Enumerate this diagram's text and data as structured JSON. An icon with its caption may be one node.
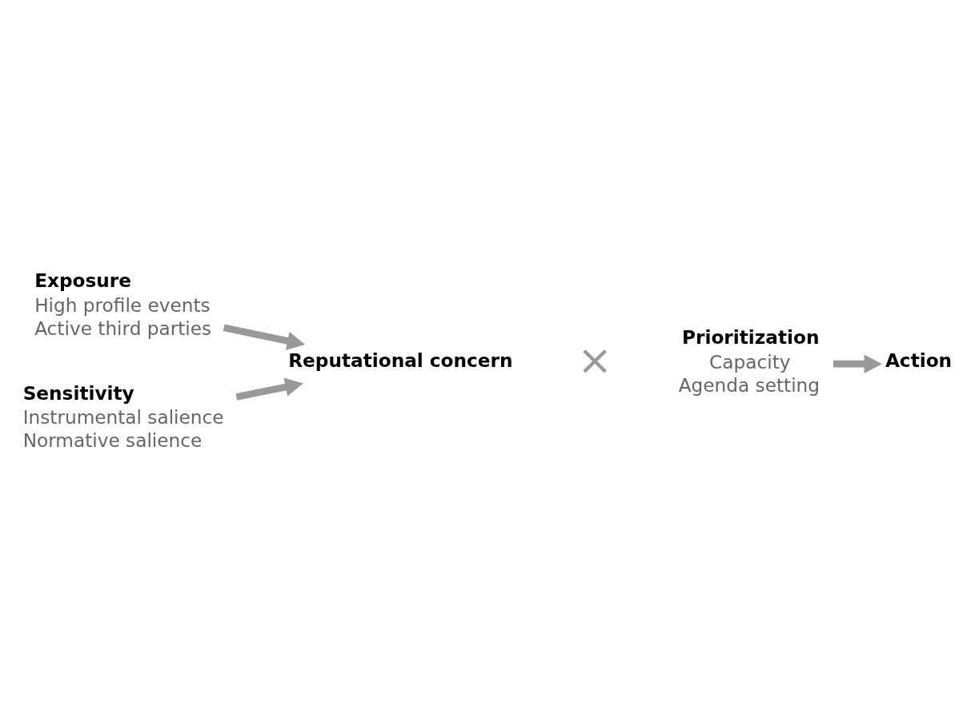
{
  "diagram": {
    "nodes": [
      {
        "text": [
          "Exposure",
          "High profile events",
          "Active third parties"
        ]
      },
      {
        "text": [
          "Sensitivity",
          "Instrumental salience",
          "Normative salience"
        ]
      },
      {
        "text": [
          "Reputational concern"
        ]
      },
      {
        "text": [
          "Prioritization",
          "Capacity",
          "Agenda setting"
        ]
      },
      {
        "text": [
          "Action"
        ]
      }
    ],
    "edges": [
      {
        "from": 0,
        "to": 2,
        "arrow": "to"
      },
      {
        "from": 1,
        "to": 2,
        "arrow": "to"
      },
      {
        "from": 3,
        "to": 4,
        "arrow": "to"
      }
    ],
    "labels": [
      "×"
    ]
  }
}
